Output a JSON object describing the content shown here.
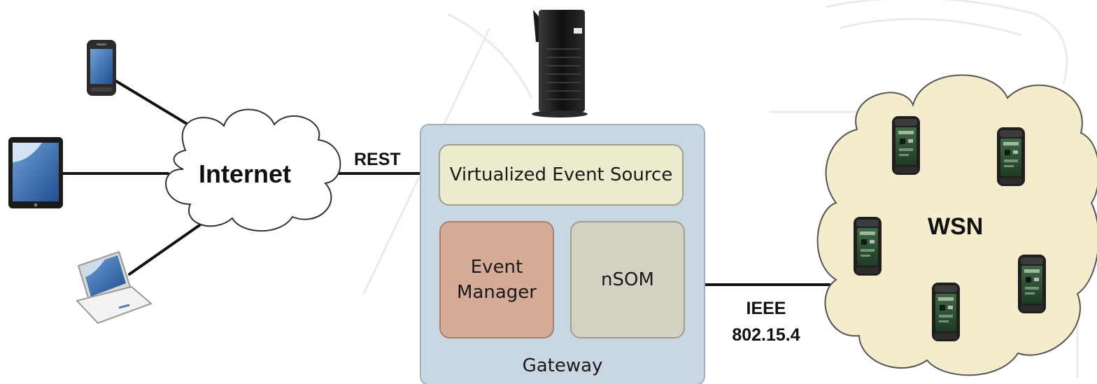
{
  "diagram": {
    "internet_label": "Internet",
    "rest_label": "REST",
    "ieee_label_line1": "IEEE",
    "ieee_label_line2": "802.15.4",
    "gateway_label": "Gateway",
    "virtualized_event_source_label": "Virtualized Event Source",
    "event_manager_line1": "Event",
    "event_manager_line2": "Manager",
    "nsom_label": "nSOM",
    "wsn_label": "WSN"
  },
  "colors": {
    "gateway_fill": "#c9d7e3",
    "gateway_border": "#a3b0bc",
    "ves_fill": "#eaeccd",
    "event_manager_fill": "#d5ab97",
    "nsom_fill": "#d2d1c2",
    "wsn_cloud_fill": "#f4eccd",
    "line_color": "#111111"
  },
  "icons": [
    "smartphone-icon",
    "tablet-icon",
    "laptop-icon",
    "gateway-device-icon",
    "sensor-node-icon"
  ]
}
